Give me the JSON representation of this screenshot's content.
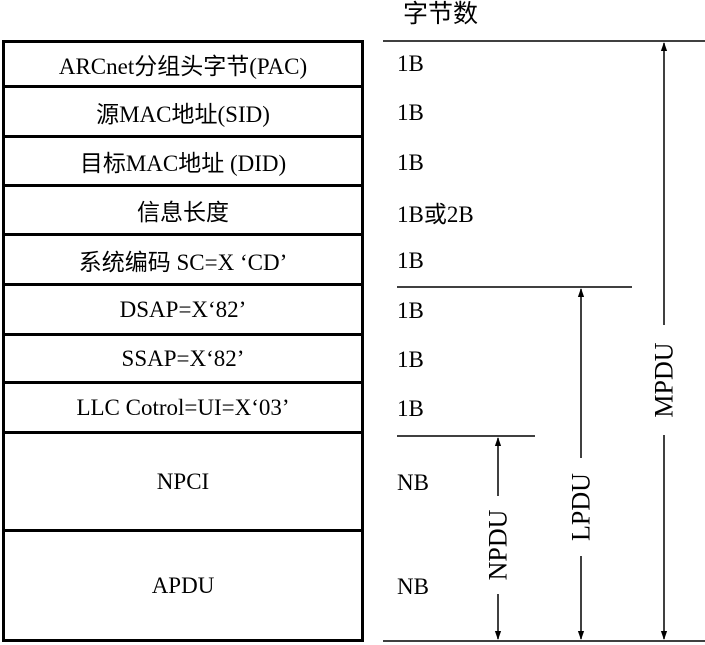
{
  "header": {
    "bytes_label": "字节数"
  },
  "fields": [
    {
      "label": "ARCnet分组头字节(PAC)",
      "size": "1B"
    },
    {
      "label": "源MAC地址(SID)",
      "size": "1B"
    },
    {
      "label": "目标MAC地址 (DID)",
      "size": "1B"
    },
    {
      "label": "信息长度",
      "size": "1B或2B"
    },
    {
      "label": "系统编码 SC=X ‘CD’",
      "size": "1B"
    },
    {
      "label": "DSAP=X‘82’",
      "size": "1B"
    },
    {
      "label": "SSAP=X‘82’",
      "size": "1B"
    },
    {
      "label": "LLC  Cotrol=UI=X‘03’",
      "size": "1B"
    },
    {
      "label": "NPCI",
      "size": "NB"
    },
    {
      "label": "APDU",
      "size": "NB"
    }
  ],
  "spans": {
    "mpdu": "MPDU",
    "lpdu": "LPDU",
    "npdu": "NPDU"
  }
}
